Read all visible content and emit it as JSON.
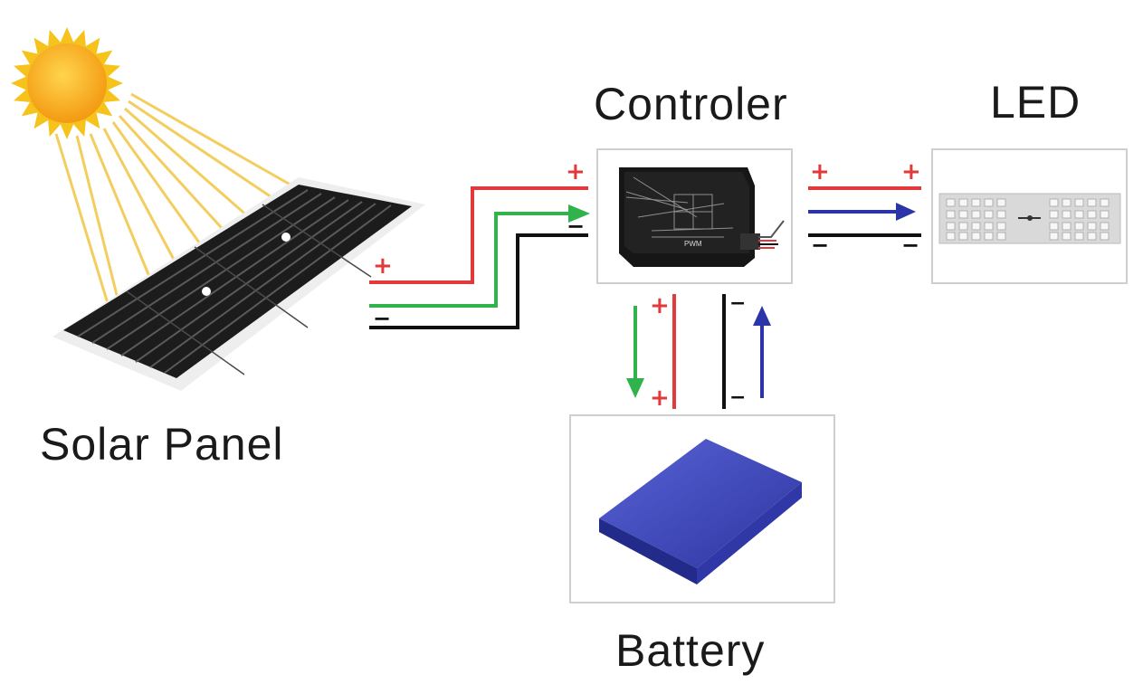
{
  "labels": {
    "solar_panel": "Solar Panel",
    "controller": "Controler",
    "led": "LED",
    "battery": "Battery"
  },
  "polarity": {
    "plus": "+",
    "minus": "−"
  },
  "controller_device_text": "PWM",
  "colors": {
    "positive_wire": "#e23a3a",
    "charge_wire": "#2fb34a",
    "negative_wire": "#111111",
    "discharge_arrow": "#2b35a8",
    "sun_rays": "#f1c542",
    "sun_core": "#f7a21a",
    "battery": "#3a44b8",
    "panel": "#1c1c1c",
    "box_border": "#cfcfcf"
  },
  "components": [
    "solar-panel",
    "controller",
    "led-module",
    "battery"
  ],
  "connections": [
    {
      "from": "solar-panel",
      "to": "controller",
      "wires": [
        "positive",
        "charge",
        "negative"
      ]
    },
    {
      "from": "controller",
      "to": "led-module",
      "wires": [
        "positive",
        "discharge",
        "negative"
      ]
    },
    {
      "from": "controller",
      "to": "battery",
      "wires": [
        "charge",
        "positive"
      ]
    },
    {
      "from": "battery",
      "to": "controller",
      "wires": [
        "negative",
        "discharge"
      ]
    }
  ]
}
